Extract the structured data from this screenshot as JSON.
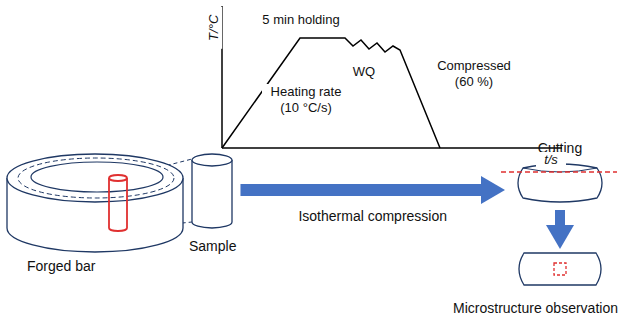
{
  "diagram": {
    "nodes": [
      {
        "text": [
          "Forged bar"
        ]
      },
      {
        "text": [
          "Sample"
        ]
      },
      {
        "text": [
          "Cutting"
        ]
      },
      {
        "text": [
          "Microstructure observation"
        ]
      }
    ],
    "edges": [
      {
        "from": 1,
        "to": 2,
        "arrow": "to",
        "label": "Isothermal compression"
      },
      {
        "from": 2,
        "to": 3,
        "arrow": "to"
      }
    ],
    "labels": [
      "T/°C",
      "5 min holding",
      "Heating rate (10 °C/s)",
      "WQ",
      "Compressed (60 %)",
      "t/s"
    ]
  }
}
